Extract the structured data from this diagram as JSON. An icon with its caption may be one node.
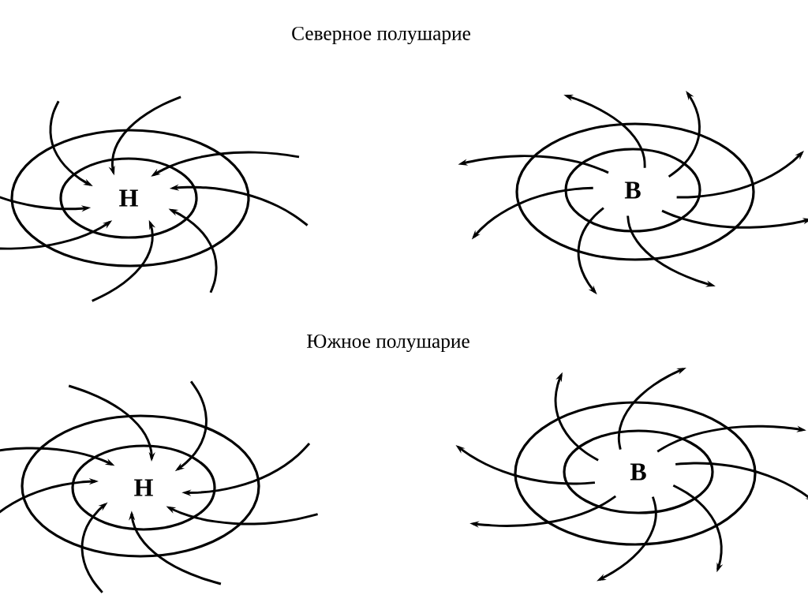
{
  "diagram": {
    "nodes": [
      {
        "text": [],
        "shape": "ellipse"
      },
      {
        "text": [
          "Н"
        ],
        "in": 0
      },
      {
        "text": [],
        "shape": "ellipse"
      },
      {
        "text": [
          "В"
        ],
        "in": 2
      },
      {
        "text": [],
        "shape": "ellipse"
      },
      {
        "text": [
          "Н"
        ],
        "in": 4
      },
      {
        "text": [],
        "shape": "ellipse"
      },
      {
        "text": [
          "В"
        ],
        "in": 6
      }
    ],
    "labels": [
      "Северное полушарие",
      "Южное полушарие"
    ]
  }
}
